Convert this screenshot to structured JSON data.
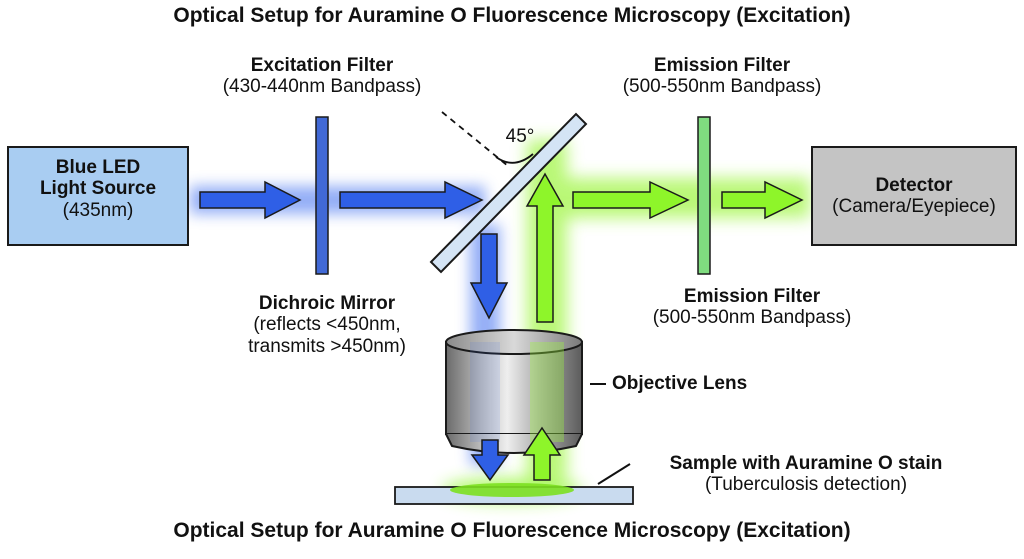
{
  "title_top": "Optical Setup for Auramine O Fluorescence Microscopy (Excitation)",
  "title_bottom": "Optical Setup for Auramine O Fluorescence Microscopy (Excitation)",
  "light_source": {
    "line1": "Blue LED",
    "line2": "Light Source",
    "line3": "(435nm)"
  },
  "excitation_filter": {
    "name": "Excitation Filter",
    "spec": "(430-440nm Bandpass)"
  },
  "emission_filter_top": {
    "name": "Emission Filter",
    "spec": "(500-550nm Bandpass)"
  },
  "emission_filter_bottom": {
    "name": "Emission Filter",
    "spec": "(500-550nm Bandpass)"
  },
  "dichroic_mirror": {
    "name": "Dichroic Mirror",
    "line2": "(reflects <450nm,",
    "line3": "transmits >450nm)"
  },
  "angle_label": "45°",
  "detector": {
    "name": "Detector",
    "sub": "(Camera/Eyepiece)"
  },
  "objective_lens": "Objective Lens",
  "sample": {
    "name": "Sample with Auramine O stain",
    "sub": "(Tuberculosis detection)"
  },
  "colors": {
    "blue_light": "#2f5fe6",
    "green_light": "#8ef52a",
    "light_source_fill": "#a9cdf2",
    "excitation_filter": "#4169d6",
    "emission_filter": "#7fdc7f",
    "detector_fill": "#c4c4c4",
    "mirror_fill": "#d4e4f5",
    "slide_fill": "#c9dbef"
  }
}
